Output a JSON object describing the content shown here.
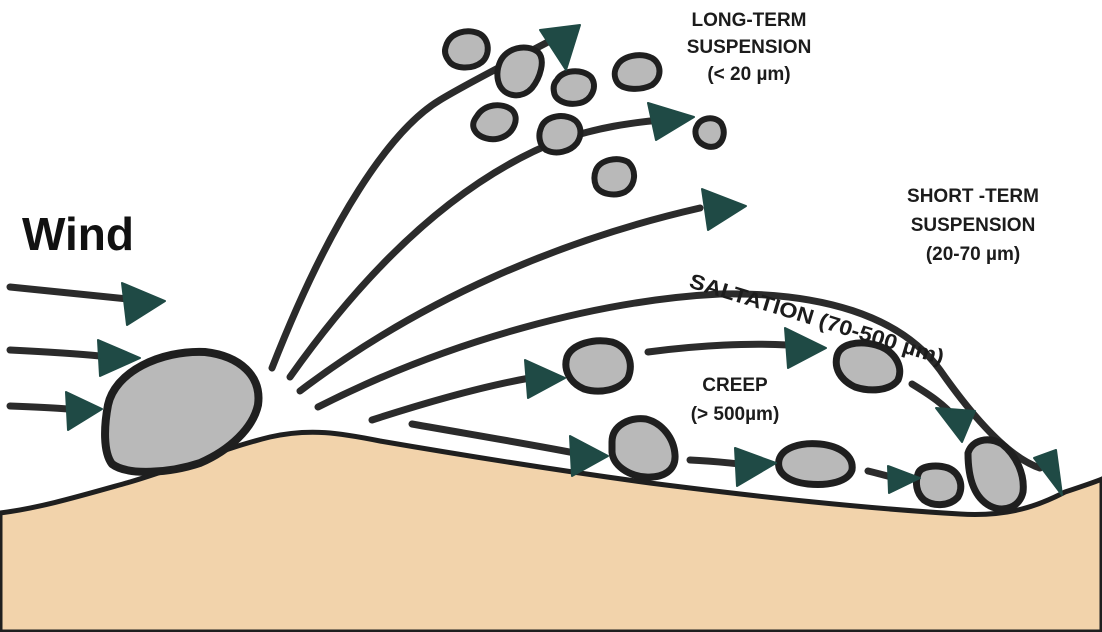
{
  "title": "Wind",
  "labels": {
    "long_term": [
      "LONG-TERM",
      "SUSPENSION",
      "(< 20 µm)"
    ],
    "short_term": [
      "SHORT -TERM",
      "SUSPENSION",
      "(20-70 µm)"
    ],
    "saltation": "SALTATION (70-500 µm)",
    "creep": [
      "CREEP",
      "(> 500µm)"
    ]
  },
  "colors": {
    "ground": "#f2d3ab",
    "arrowhead": "#1f4a45",
    "stroke": "#2b2b2b",
    "grain_fill": "#b9b9b9",
    "text": "#1c1c1c"
  }
}
